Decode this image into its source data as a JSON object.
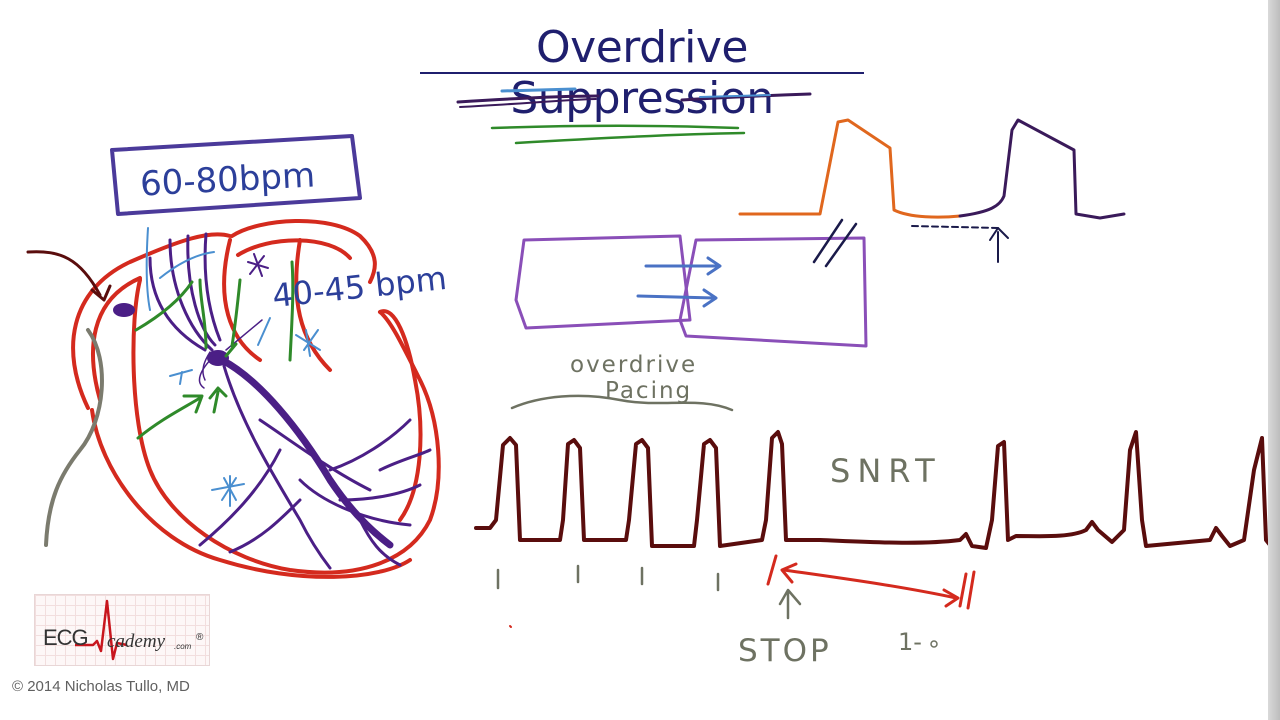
{
  "slide": {
    "title": "Overdrive Suppression",
    "copyright": "© 2014 Nicholas Tullo, MD"
  },
  "logo": {
    "ecg": "ECG",
    "academy": "cademy",
    "com": ".com",
    "registered": "®"
  },
  "annotations": {
    "sinus_rate": "60-80bpm",
    "junction_rate": "40-45 bpm",
    "overdrive_line1": "overdrive",
    "overdrive_line2": "Pacing",
    "snrt": "SNRT",
    "stop": "STOP",
    "note": "1-"
  },
  "colors": {
    "title": "#1f1f6e",
    "heart_wall": "#d42a1e",
    "conduction": "#4b1f86",
    "blue_ink": "#2c3f9a",
    "green_ink": "#2f8a2a",
    "ecg_trace": "#5a0d0d",
    "gray_ink": "#6e7262",
    "orange": "#e0671e"
  },
  "icons": {
    "heart_sketch": "heart-conduction-drawing",
    "ecg_trace": "ecg-strip-drawing"
  }
}
